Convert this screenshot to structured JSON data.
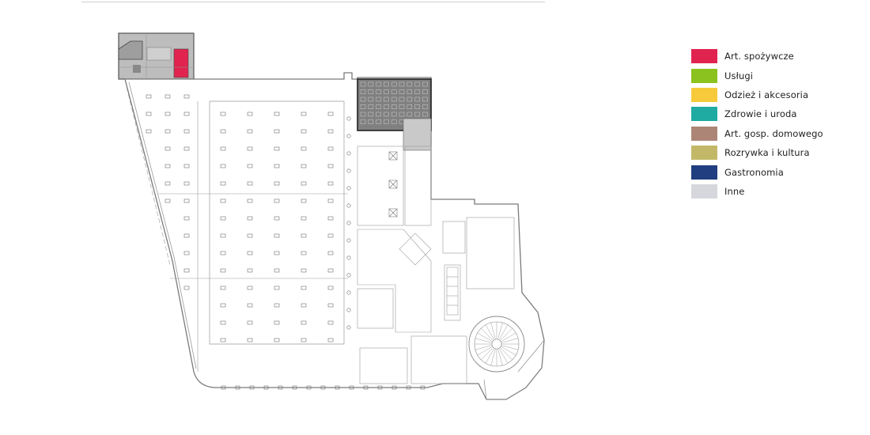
{
  "map": {
    "stores": [
      {
        "code": "",
        "area": "",
        "highlight": "#e0244f"
      },
      {
        "code": "",
        "area": "",
        "highlight": "#808080"
      }
    ],
    "colors": {
      "outline": "#7a7a7a",
      "wall": "#9a9a9a",
      "fill": "#ffffff",
      "shade": "#b8b8b8",
      "dark": "#4d4d4d"
    }
  },
  "legend": [
    {
      "label": "Art. spożywcze",
      "color": "#e0244f"
    },
    {
      "label": "Usługi",
      "color": "#8cc21f"
    },
    {
      "label": "Odzież i akcesoria",
      "color": "#f7ca3b"
    },
    {
      "label": "Zdrowie i uroda",
      "color": "#1faaa2"
    },
    {
      "label": "Art. gosp. domowego",
      "color": "#ad8577"
    },
    {
      "label": "Rozrywka i kultura",
      "color": "#c3b868"
    },
    {
      "label": "Gastronomia",
      "color": "#213e80"
    },
    {
      "label": "Inne",
      "color": "#d6d7dc"
    }
  ]
}
